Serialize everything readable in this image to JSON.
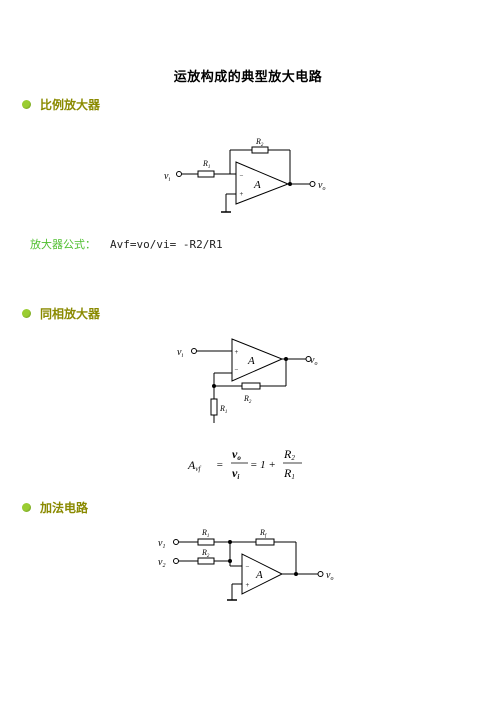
{
  "document": {
    "title": "运放构成的典型放大电路",
    "colors": {
      "bullet": "#9acd32",
      "heading": "#8a8a00",
      "formula_label": "#4fbf2f"
    }
  },
  "sections": [
    {
      "heading": "比例放大器",
      "circuit": {
        "input_label": "v",
        "input_sub": "i",
        "output_label": "v",
        "output_sub": "o",
        "r1": "R",
        "r1_sub": "1",
        "r2": "R",
        "r2_sub": "2",
        "amp": "A",
        "inv": "−",
        "noninv": "+"
      },
      "formula_label": "放大器公式：",
      "formula": "Avf=vo/vi= -R2/R1"
    },
    {
      "heading": "同相放大器",
      "circuit": {
        "input_label": "v",
        "input_sub": "i",
        "output_label": "v",
        "output_sub": "o",
        "r1": "R",
        "r1_sub": "1",
        "r2": "R",
        "r2_sub": "2",
        "amp": "A",
        "inv": "−",
        "noninv": "+"
      },
      "formula": {
        "lhs": "A",
        "lhs_sub": "vf",
        "eq1": "=",
        "num": "v",
        "num_sub": "o",
        "den": "v",
        "den_sub": "i",
        "eq2": "= 1 +",
        "num2": "R",
        "num2_sub": "2",
        "den2": "R",
        "den2_sub": "1"
      }
    },
    {
      "heading": "加法电路",
      "circuit": {
        "in1": "v",
        "in1_sub": "1",
        "in2": "v",
        "in2_sub": "2",
        "output_label": "v",
        "output_sub": "o",
        "r1": "R",
        "r1_sub": "1",
        "r2": "R",
        "r2_sub": "2",
        "rf": "R",
        "rf_sub": "f",
        "amp": "A",
        "inv": "−",
        "noninv": "+"
      }
    }
  ]
}
